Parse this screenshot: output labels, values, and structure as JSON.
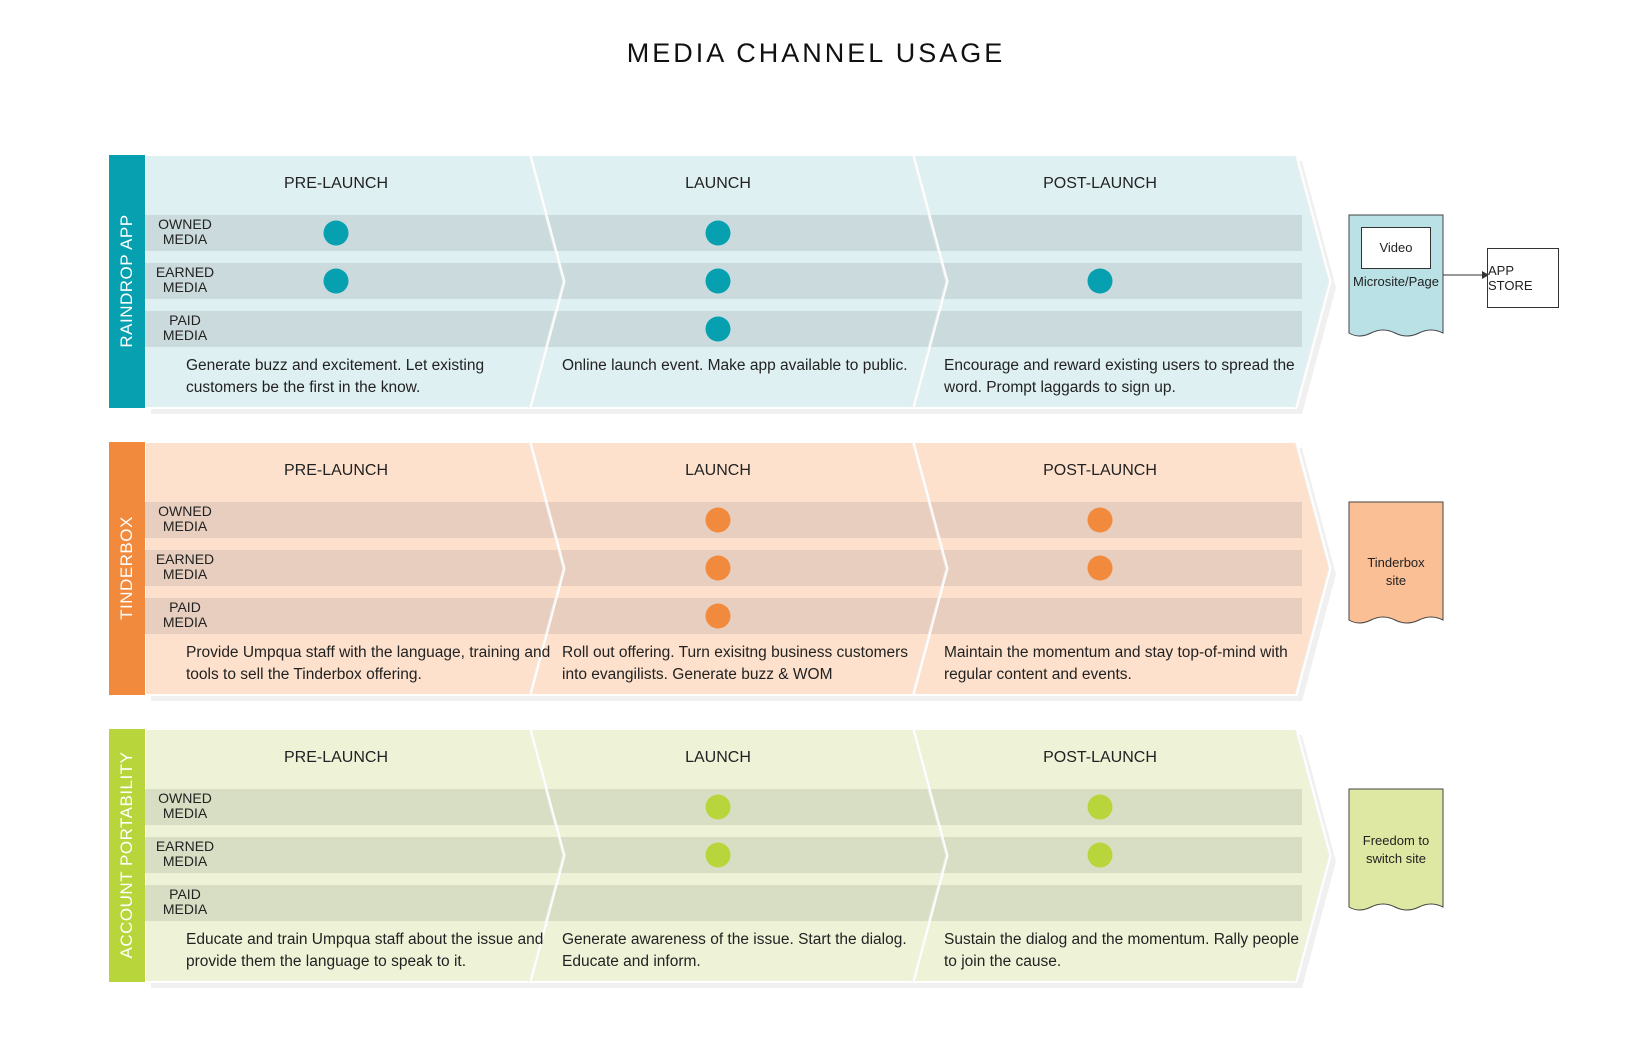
{
  "title": "MEDIA CHANNEL USAGE",
  "phases": [
    "PRE-LAUNCH",
    "LAUNCH",
    "POST-LAUNCH"
  ],
  "rows": [
    "OWNED\nMEDIA",
    "EARNED\nMEDIA",
    "PAID\nMEDIA"
  ],
  "row_labels": {
    "owned_1": "OWNED",
    "owned_2": "MEDIA",
    "earned_1": "EARNED",
    "earned_2": "MEDIA",
    "paid_1": "PAID",
    "paid_2": "MEDIA"
  },
  "sections": [
    {
      "name": "RAINDROP APP",
      "color": "#06a0b1",
      "fill": "#dff0f2",
      "row_fill": "#c8d6d9",
      "dots": [
        [
          true,
          true,
          false
        ],
        [
          true,
          true,
          true
        ],
        [
          false,
          true,
          false
        ]
      ],
      "descriptions": [
        "Generate buzz and excitement. Let existing customers be the first in the know.",
        "Online launch event. Make app available to public.",
        "Encourage and reward existing users to spread the word. Prompt laggards to sign up."
      ],
      "destination": {
        "inner": "Video",
        "label": "Microsite/Page",
        "color": "#b9e1e6"
      },
      "extra": "APP STORE"
    },
    {
      "name": "TINDERBOX",
      "color": "#f28a3e",
      "fill": "#fde1cc",
      "row_fill": "#e4cabb",
      "dots": [
        [
          false,
          true,
          true
        ],
        [
          false,
          true,
          true
        ],
        [
          false,
          true,
          false
        ]
      ],
      "descriptions": [
        "Provide Umpqua staff with the language, training and tools to sell the Tinderbox offering.",
        "Roll out offering. Turn exisitng business customers into evangilists. Generate buzz & WOM",
        "Maintain the momentum and stay top-of-mind with regular content and events."
      ],
      "destination": {
        "inner": "",
        "label": "Tinderbox site",
        "color": "#fbbf96"
      }
    },
    {
      "name": "ACCOUNT PORTABILITY",
      "color": "#b9d53c",
      "fill": "#eef3d8",
      "row_fill": "#d4d9c0",
      "dots": [
        [
          false,
          true,
          true
        ],
        [
          false,
          true,
          true
        ],
        [
          false,
          false,
          false
        ]
      ],
      "descriptions": [
        "Educate and train Umpqua staff about the issue and provide them the language to speak to it.",
        "Generate awareness of the issue. Start the dialog. Educate and inform.",
        "Sustain the dialog and the momentum. Rally people to join the cause."
      ],
      "destination": {
        "inner": "",
        "label": "Freedom to switch site",
        "color": "#dfe8a2"
      }
    }
  ]
}
